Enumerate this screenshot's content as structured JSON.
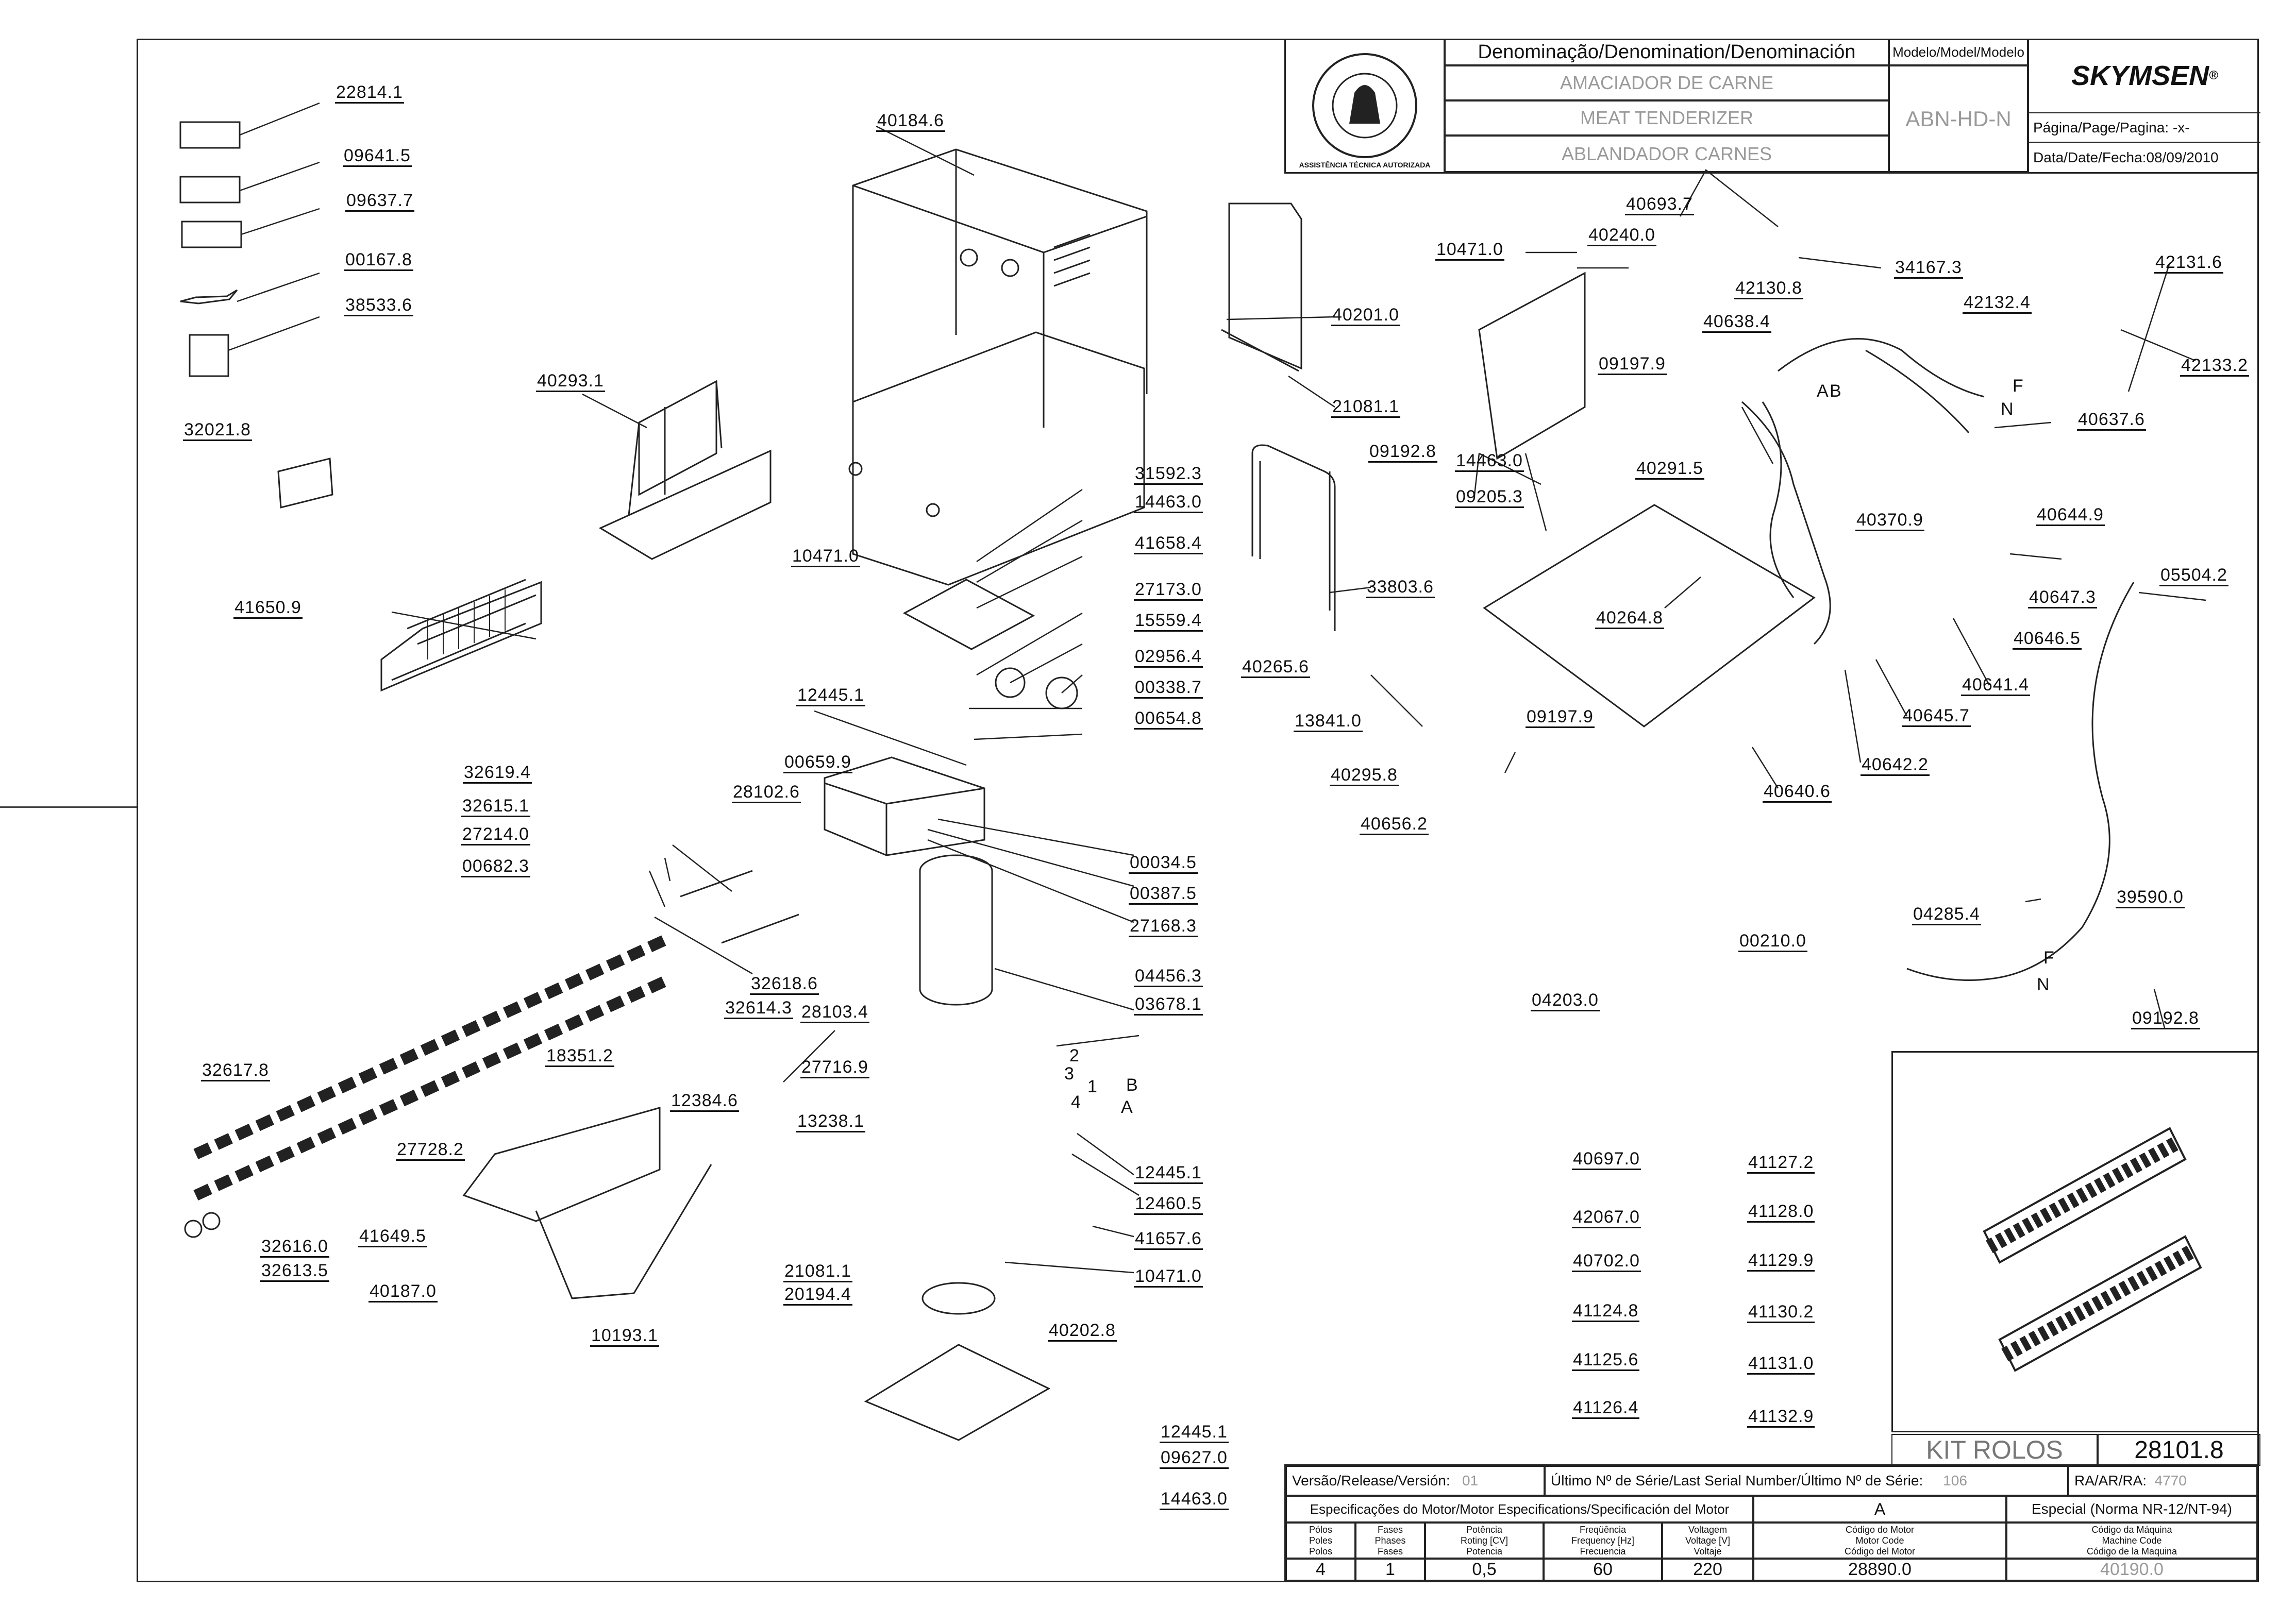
{
  "title_block": {
    "denomination_header": "Denominação/Denomination/Denominación",
    "name_pt": "AMACIADOR DE CARNE",
    "name_en": "MEAT TENDERIZER",
    "name_es": "ABLANDADOR CARNES",
    "model_header": "Modelo/Model/Modelo",
    "model_value": "ABN-HD-N",
    "brand": "SKYMSEN",
    "brand_mark": "®",
    "page_label": "Página/Page/Pagina:",
    "page_value": "-x-",
    "date_label": "Data/Date/Fecha:",
    "date_value": "08/09/2010",
    "seal_text": "ASSISTÊNCIA TÉCNICA AUTORIZADA"
  },
  "kit": {
    "label": "KIT ROLOS",
    "code": "28101.8"
  },
  "bottom_block": {
    "version_label": "Versão/Release/Versión:",
    "version_value": "01",
    "serial_label": "Último Nº de Série/Last Serial Number/Último Nº de Série:",
    "serial_value": "106",
    "ra_label": "RA/AR/RA:",
    "ra_value": "4770",
    "motor_spec_label": "Especificações do Motor/Motor Especifications/Specificación del Motor",
    "motor_variant": "A",
    "special_label": "Especial (Norma NR-12/NT-94)",
    "headers": [
      [
        "Pólos",
        "Poles",
        "Polos"
      ],
      [
        "Fases",
        "Phases",
        "Fases"
      ],
      [
        "Potência",
        "Roting [CV]",
        "Potencia"
      ],
      [
        "Freqüência",
        "Frequency [Hz]",
        "Frecuencia"
      ],
      [
        "Voltagem",
        "Voltage [V]",
        "Voltaje"
      ],
      [
        "Código do Motor",
        "Motor Code",
        "Código del Motor"
      ],
      [
        "Código da Máquina",
        "Machine Code",
        "Código de la Maquina"
      ]
    ],
    "values": [
      "4",
      "1",
      "0,5",
      "60",
      "220",
      "28890.0",
      "40190.0"
    ]
  },
  "labels": [
    {
      "id": "l0",
      "t": "22814.1"
    },
    {
      "id": "l1",
      "t": "09641.5"
    },
    {
      "id": "l2",
      "t": "09637.7"
    },
    {
      "id": "l3",
      "t": "00167.8"
    },
    {
      "id": "l4",
      "t": "38533.6"
    },
    {
      "id": "l5",
      "t": "32021.8"
    },
    {
      "id": "l6",
      "t": "41650.9"
    },
    {
      "id": "l7",
      "t": "40293.1"
    },
    {
      "id": "l8",
      "t": "40184.6"
    },
    {
      "id": "l9",
      "t": "31592.3"
    },
    {
      "id": "l10",
      "t": "14463.0"
    },
    {
      "id": "l11",
      "t": "10471.0"
    },
    {
      "id": "l12",
      "t": "41658.4"
    },
    {
      "id": "l13",
      "t": "27173.0"
    },
    {
      "id": "l14",
      "t": "15559.4"
    },
    {
      "id": "l15",
      "t": "02956.4"
    },
    {
      "id": "l16",
      "t": "00338.7"
    },
    {
      "id": "l17",
      "t": "00654.8"
    },
    {
      "id": "l18",
      "t": "12445.1"
    },
    {
      "id": "l19",
      "t": "32619.4"
    },
    {
      "id": "l20",
      "t": "32615.1"
    },
    {
      "id": "l21",
      "t": "27214.0"
    },
    {
      "id": "l22",
      "t": "00682.3"
    },
    {
      "id": "l23",
      "t": "00659.9"
    },
    {
      "id": "l24",
      "t": "28102.6"
    },
    {
      "id": "l25",
      "t": "00034.5"
    },
    {
      "id": "l26",
      "t": "00387.5"
    },
    {
      "id": "l27",
      "t": "27168.3"
    },
    {
      "id": "l28",
      "t": "32618.6"
    },
    {
      "id": "l29",
      "t": "32614.3"
    },
    {
      "id": "l30",
      "t": "28103.4"
    },
    {
      "id": "l31",
      "t": "04456.3"
    },
    {
      "id": "l32",
      "t": "03678.1"
    },
    {
      "id": "l33",
      "t": "27716.9"
    },
    {
      "id": "l34",
      "t": "32617.8"
    },
    {
      "id": "l35",
      "t": "18351.2"
    },
    {
      "id": "l36",
      "t": "12384.6"
    },
    {
      "id": "l37",
      "t": "27728.2"
    },
    {
      "id": "l38",
      "t": "13238.1"
    },
    {
      "id": "l39",
      "t": "12445.1"
    },
    {
      "id": "l40",
      "t": "12460.5"
    },
    {
      "id": "l41",
      "t": "41649.5"
    },
    {
      "id": "l42",
      "t": "41657.6"
    },
    {
      "id": "l43",
      "t": "40187.0"
    },
    {
      "id": "l44",
      "t": "32616.0"
    },
    {
      "id": "l45",
      "t": "32613.5"
    },
    {
      "id": "l46",
      "t": "21081.1"
    },
    {
      "id": "l47",
      "t": "20194.4"
    },
    {
      "id": "l48",
      "t": "10471.0"
    },
    {
      "id": "l49",
      "t": "10193.1"
    },
    {
      "id": "l50",
      "t": "40202.8"
    },
    {
      "id": "l51",
      "t": "12445.1"
    },
    {
      "id": "l52",
      "t": "09627.0"
    },
    {
      "id": "l53",
      "t": "14463.0"
    },
    {
      "id": "l54",
      "t": "40201.0"
    },
    {
      "id": "l55",
      "t": "21081.1"
    },
    {
      "id": "l56",
      "t": "33803.6"
    },
    {
      "id": "l57",
      "t": "10471.0"
    },
    {
      "id": "l58",
      "t": "40240.0"
    },
    {
      "id": "l59",
      "t": "09197.9"
    },
    {
      "id": "l60",
      "t": "09192.8"
    },
    {
      "id": "l61",
      "t": "14463.0"
    },
    {
      "id": "l62",
      "t": "09205.3"
    },
    {
      "id": "l63",
      "t": "40693.7"
    },
    {
      "id": "l64",
      "t": "42130.8"
    },
    {
      "id": "l65",
      "t": "40638.4"
    },
    {
      "id": "l66",
      "t": "34167.3"
    },
    {
      "id": "l67",
      "t": "40291.5"
    },
    {
      "id": "l68",
      "t": "40370.9"
    },
    {
      "id": "l69",
      "t": "42131.6"
    },
    {
      "id": "l70",
      "t": "42132.4"
    },
    {
      "id": "l71",
      "t": "42133.2"
    },
    {
      "id": "l72",
      "t": "40637.6"
    },
    {
      "id": "l73",
      "t": "40644.9"
    },
    {
      "id": "l74",
      "t": "40647.3"
    },
    {
      "id": "l75",
      "t": "40646.5"
    },
    {
      "id": "l76",
      "t": "05504.2"
    },
    {
      "id": "l77",
      "t": "40264.8"
    },
    {
      "id": "l78",
      "t": "40641.4"
    },
    {
      "id": "l79",
      "t": "40645.7"
    },
    {
      "id": "l80",
      "t": "40642.2"
    },
    {
      "id": "l81",
      "t": "40640.6"
    },
    {
      "id": "l82",
      "t": "40265.6"
    },
    {
      "id": "l83",
      "t": "13841.0"
    },
    {
      "id": "l84",
      "t": "09197.9"
    },
    {
      "id": "l85",
      "t": "40295.8"
    },
    {
      "id": "l86",
      "t": "40656.2"
    },
    {
      "id": "l87",
      "t": "00210.0"
    },
    {
      "id": "l88",
      "t": "04203.0"
    },
    {
      "id": "l89",
      "t": "04285.4"
    },
    {
      "id": "l90",
      "t": "39590.0"
    },
    {
      "id": "l91",
      "t": "09192.8"
    },
    {
      "id": "l92",
      "t": "40697.0"
    },
    {
      "id": "l93",
      "t": "42067.0"
    },
    {
      "id": "l94",
      "t": "40702.0"
    },
    {
      "id": "l95",
      "t": "41124.8"
    },
    {
      "id": "l96",
      "t": "41125.6"
    },
    {
      "id": "l97",
      "t": "41126.4"
    },
    {
      "id": "l98",
      "t": "41127.2"
    },
    {
      "id": "l99",
      "t": "41128.0"
    },
    {
      "id": "l100",
      "t": "41129.9"
    },
    {
      "id": "l101",
      "t": "41130.2"
    },
    {
      "id": "l102",
      "t": "41131.0"
    },
    {
      "id": "l103",
      "t": "41132.9"
    }
  ],
  "tags": [
    {
      "id": "t0",
      "t": "B"
    },
    {
      "id": "t1",
      "t": "A"
    },
    {
      "id": "t2",
      "t": "1"
    },
    {
      "id": "t3",
      "t": "2"
    },
    {
      "id": "t4",
      "t": "3"
    },
    {
      "id": "t5",
      "t": "4"
    },
    {
      "id": "t6",
      "t": "F"
    },
    {
      "id": "t7",
      "t": "N"
    },
    {
      "id": "t8",
      "t": "A"
    },
    {
      "id": "t9",
      "t": "B"
    },
    {
      "id": "t10",
      "t": "F"
    },
    {
      "id": "t11",
      "t": "N"
    }
  ]
}
